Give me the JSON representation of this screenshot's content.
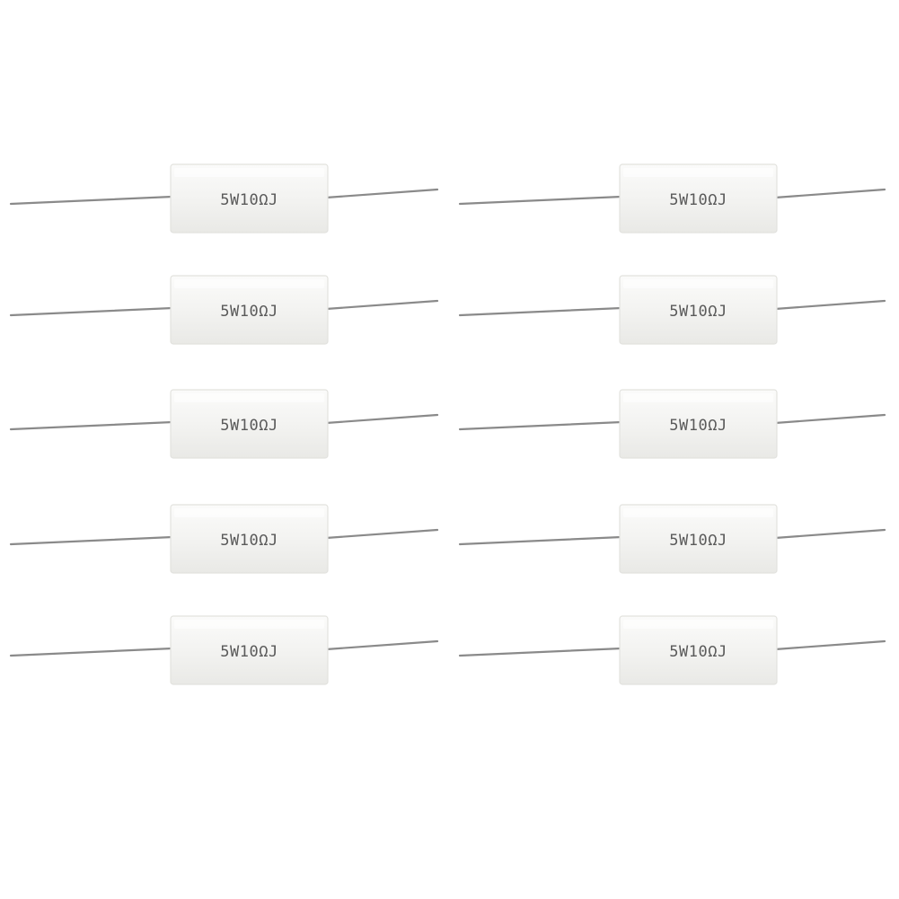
{
  "scene": {
    "background_color": "#ffffff",
    "subject": "cement resistors",
    "resistor_count": 10,
    "resistors": [
      {
        "marking": "5W10ΩJ"
      },
      {
        "marking": "5W10ΩJ"
      },
      {
        "marking": "5W10ΩJ"
      },
      {
        "marking": "5W10ΩJ"
      },
      {
        "marking": "5W10ΩJ"
      },
      {
        "marking": "5W10ΩJ"
      },
      {
        "marking": "5W10ΩJ"
      },
      {
        "marking": "5W10ΩJ"
      },
      {
        "marking": "5W10ΩJ"
      },
      {
        "marking": "5W10ΩJ"
      }
    ],
    "colors": {
      "body": "#f4f4f2",
      "body_edge": "#e2e2de",
      "lead": "#8a8a8a",
      "text": "#5a5a5a"
    }
  }
}
